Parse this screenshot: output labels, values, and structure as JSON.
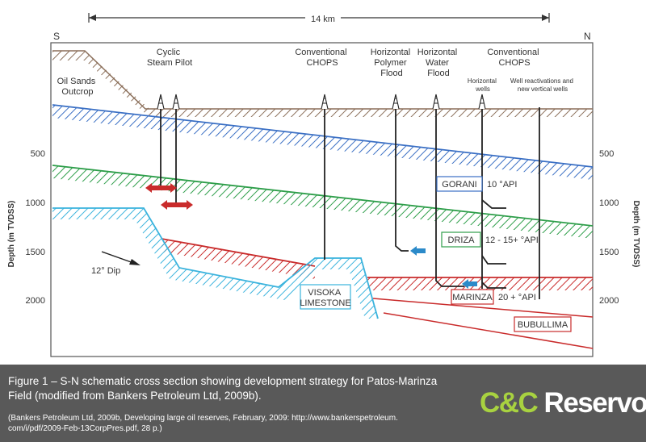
{
  "diagram": {
    "scale_label": "14 km",
    "compass": {
      "south": "S",
      "north": "N"
    },
    "axis": {
      "label": "Depth (m TVDSS)",
      "ticks": [
        "500",
        "1000",
        "1500",
        "2000"
      ]
    },
    "dip_label": "12° Dip",
    "labels": {
      "outcrop": [
        "Oil Sands",
        "Outcrop"
      ],
      "cyclic": [
        "Cyclic",
        "Steam Pilot"
      ],
      "chops1": [
        "Conventional",
        "CHOPS"
      ],
      "polymer": [
        "Horizontal",
        "Polymer",
        "Flood"
      ],
      "water": [
        "Horizontal",
        "Water",
        "Flood"
      ],
      "chops2": [
        "Conventional",
        "CHOPS"
      ],
      "horiz_wells": [
        "Horizontal",
        "wells"
      ],
      "reactivations": [
        "Well reactivations and",
        "new vertical wells"
      ],
      "limestone": [
        "VISOKA",
        "LIMESTONE"
      ]
    },
    "formations": [
      {
        "name": "GORANI",
        "api": "10 °API",
        "color": "#3a6fc4"
      },
      {
        "name": "DRIZA",
        "api": "12 - 15+ °API",
        "color": "#2e9e4a"
      },
      {
        "name": "MARINZA",
        "api": "20 + °API",
        "color": "#c92b2b"
      },
      {
        "name": "BUBULLIMA",
        "api": "",
        "color": "#c92b2b"
      }
    ],
    "colors": {
      "surface": "#8b6f5a",
      "gorani": "#3a6fc4",
      "driza": "#2e9e4a",
      "marinza": "#c92b2b",
      "limestone": "#3ab3dd",
      "arrow_blue": "#2b8ac9",
      "arrow_red": "#c92b2b"
    }
  },
  "caption": {
    "text": "Figure 1 – S-N schematic cross section showing development strategy for Patos-Marinza Field (modified from Bankers Petroleum Ltd, 2009b).",
    "source": "(Bankers Petroleum Ltd, 2009b, Developing large oil reserves, February, 2009: http://www.bankerspetroleum. com/i/pdf/2009-Feb-13CorpPres.pdf, 28 p.)"
  },
  "logo": {
    "cc": "C&C",
    "reservoirs": " Reservoirs"
  }
}
